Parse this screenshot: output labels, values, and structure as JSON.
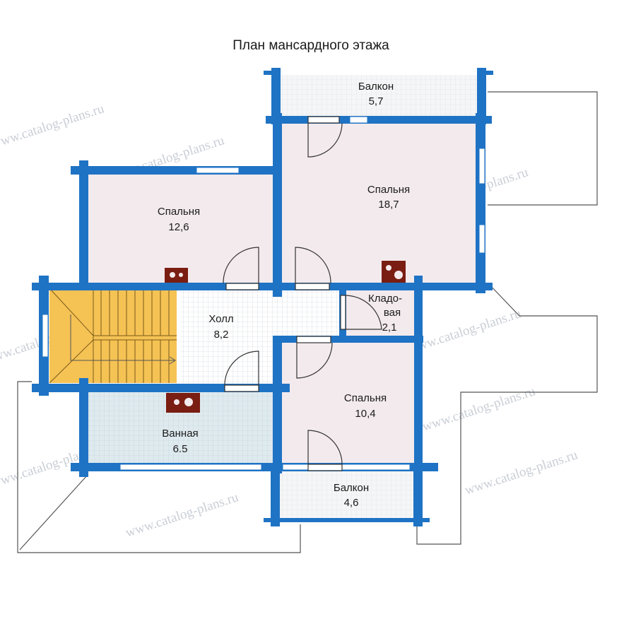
{
  "title": "План мансардного этажа",
  "watermark": "www.catalog-plans.ru",
  "colors": {
    "wall": "#1f73c4",
    "room": "#f3eaed",
    "balcony": "#eceef1",
    "bath": "#dfeaef",
    "stair": "#f5c254",
    "outline": "#555555",
    "stove": "#7a1d12"
  },
  "rooms": {
    "balcony_top": {
      "name": "Балкон",
      "area": "5,7"
    },
    "bedroom_large": {
      "name": "Спальня",
      "area": "18,7"
    },
    "bedroom_left": {
      "name": "Спальня",
      "area": "12,6"
    },
    "hall": {
      "name": "Холл",
      "area": "8,2"
    },
    "storage": {
      "name_line1": "Кладо-",
      "name_line2": "вая",
      "area": "2,1"
    },
    "bedroom_small": {
      "name": "Спальня",
      "area": "10,4"
    },
    "bathroom": {
      "name": "Ванная",
      "area": "6.5"
    },
    "balcony_bottom": {
      "name": "Балкон",
      "area": "4,6"
    }
  }
}
